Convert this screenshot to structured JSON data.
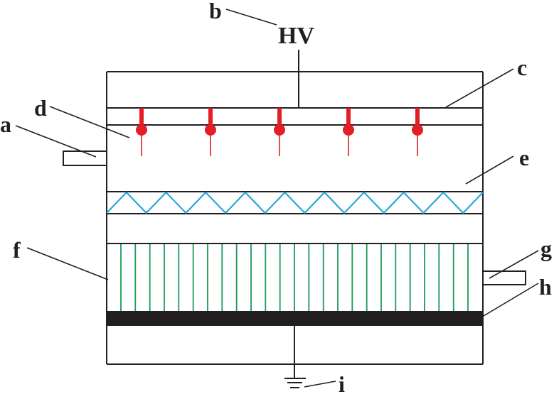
{
  "diagram": {
    "title": "Electrostatic device schematic",
    "colors": {
      "outline": "#231f20",
      "electrode": "#e31e24",
      "mesh": "#1fa3d6",
      "collector": "#1b9a5a",
      "ground_plate": "#231f20"
    },
    "power_label": "HV",
    "electrode_count": 5,
    "mesh_zigzag_peaks": 10,
    "collector_line_count": 25,
    "labels": {
      "a": "a",
      "b": "b",
      "c": "c",
      "d": "d",
      "e": "e",
      "f": "f",
      "g": "g",
      "h": "h",
      "i": "i"
    },
    "components": [
      {
        "id": "a",
        "name": "inlet"
      },
      {
        "id": "b",
        "name": "high-voltage supply"
      },
      {
        "id": "c",
        "name": "electrode support plate"
      },
      {
        "id": "d",
        "name": "discharge needles"
      },
      {
        "id": "e",
        "name": "chamber"
      },
      {
        "id": "f",
        "name": "collector"
      },
      {
        "id": "g",
        "name": "outlet"
      },
      {
        "id": "h",
        "name": "grounded plate"
      },
      {
        "id": "i",
        "name": "ground"
      }
    ]
  }
}
